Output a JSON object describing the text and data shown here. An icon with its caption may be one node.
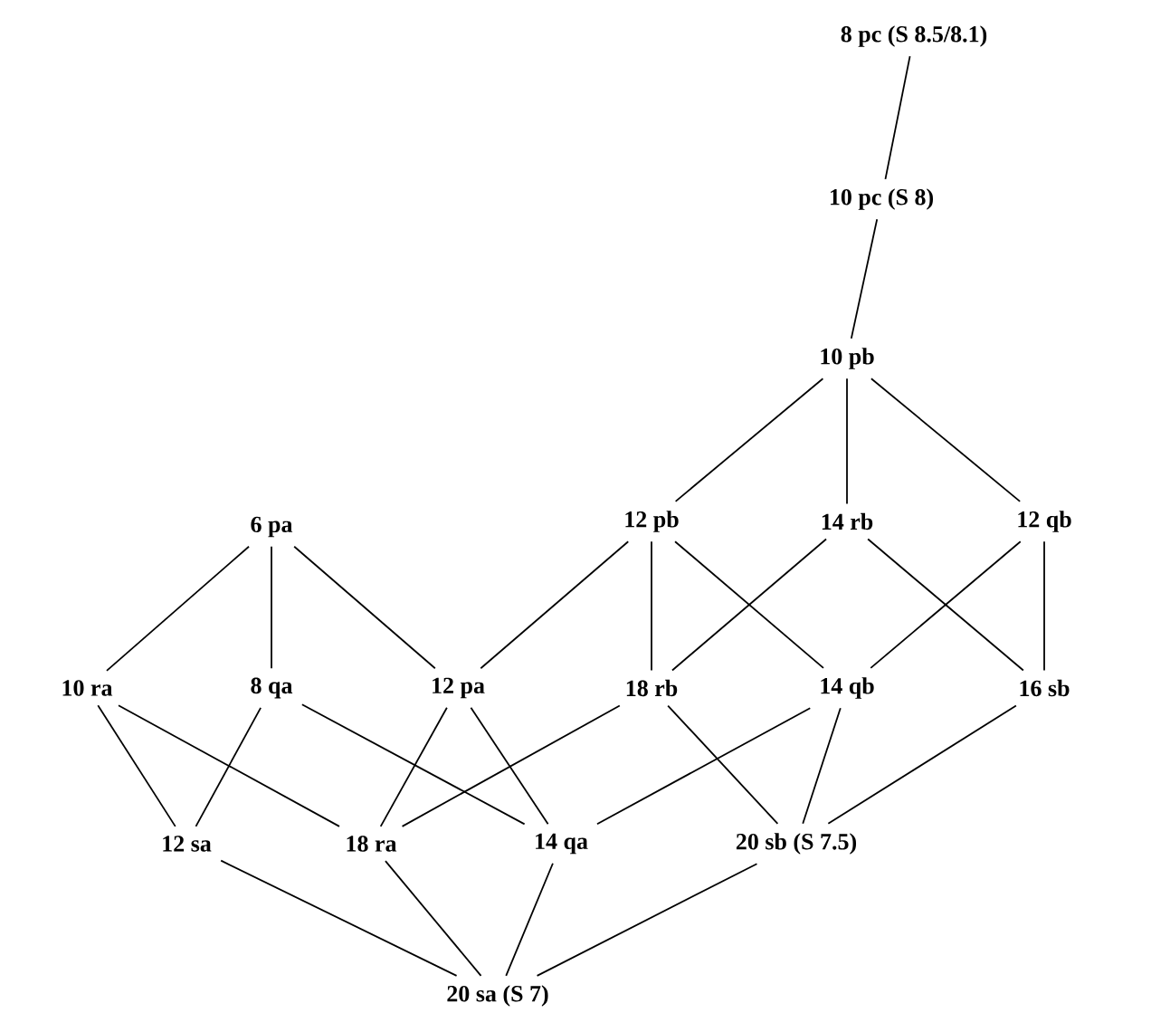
{
  "diagram": {
    "nodes": [
      {
        "text": [
          "8 pc (S 8.5/8.1)"
        ]
      },
      {
        "text": [
          "10 pc (S 8)"
        ]
      },
      {
        "text": [
          "10 pb"
        ]
      },
      {
        "text": [
          "6 pa"
        ]
      },
      {
        "text": [
          "12 pb"
        ]
      },
      {
        "text": [
          "14 rb"
        ]
      },
      {
        "text": [
          "12 qb"
        ]
      },
      {
        "text": [
          "10 ra"
        ]
      },
      {
        "text": [
          "8 qa"
        ]
      },
      {
        "text": [
          "12 pa"
        ]
      },
      {
        "text": [
          "18 rb"
        ]
      },
      {
        "text": [
          "14 qb"
        ]
      },
      {
        "text": [
          "16 sb"
        ]
      },
      {
        "text": [
          "12 sa"
        ]
      },
      {
        "text": [
          "18 ra"
        ]
      },
      {
        "text": [
          "14 qa"
        ]
      },
      {
        "text": [
          "20 sb (S 7.5)"
        ]
      },
      {
        "text": [
          "20 sa (S 7)"
        ]
      }
    ],
    "edges": [
      {
        "from": 0,
        "to": 1,
        "arrow": "none"
      },
      {
        "from": 1,
        "to": 2,
        "arrow": "none"
      },
      {
        "from": 2,
        "to": 4,
        "arrow": "none"
      },
      {
        "from": 2,
        "to": 5,
        "arrow": "none"
      },
      {
        "from": 2,
        "to": 6,
        "arrow": "none"
      },
      {
        "from": 3,
        "to": 7,
        "arrow": "none"
      },
      {
        "from": 3,
        "to": 8,
        "arrow": "none"
      },
      {
        "from": 3,
        "to": 9,
        "arrow": "none"
      },
      {
        "from": 4,
        "to": 9,
        "arrow": "none"
      },
      {
        "from": 4,
        "to": 10,
        "arrow": "none"
      },
      {
        "from": 4,
        "to": 11,
        "arrow": "none"
      },
      {
        "from": 5,
        "to": 10,
        "arrow": "none"
      },
      {
        "from": 5,
        "to": 12,
        "arrow": "none"
      },
      {
        "from": 6,
        "to": 11,
        "arrow": "none"
      },
      {
        "from": 6,
        "to": 12,
        "arrow": "none"
      },
      {
        "from": 7,
        "to": 13,
        "arrow": "none"
      },
      {
        "from": 7,
        "to": 14,
        "arrow": "none"
      },
      {
        "from": 8,
        "to": 13,
        "arrow": "none"
      },
      {
        "from": 8,
        "to": 15,
        "arrow": "none"
      },
      {
        "from": 9,
        "to": 14,
        "arrow": "none"
      },
      {
        "from": 9,
        "to": 15,
        "arrow": "none"
      },
      {
        "from": 10,
        "to": 14,
        "arrow": "none"
      },
      {
        "from": 10,
        "to": 16,
        "arrow": "none"
      },
      {
        "from": 11,
        "to": 15,
        "arrow": "none"
      },
      {
        "from": 11,
        "to": 16,
        "arrow": "none"
      },
      {
        "from": 12,
        "to": 16,
        "arrow": "none"
      },
      {
        "from": 13,
        "to": 17,
        "arrow": "none"
      },
      {
        "from": 14,
        "to": 17,
        "arrow": "none"
      },
      {
        "from": 15,
        "to": 17,
        "arrow": "none"
      },
      {
        "from": 16,
        "to": 17,
        "arrow": "none"
      }
    ]
  }
}
